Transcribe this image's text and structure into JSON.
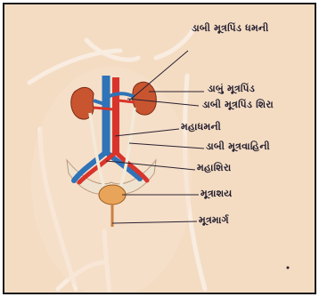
{
  "labels": {
    "left_renal_artery": "ડાબી મૂત્રપિંડ ધમની",
    "left_kidney": "ડાબું મૂત્રપિંડ",
    "left_renal_vein": "ડાબી મૂત્રપિંડ શિરા",
    "aorta": "મહાધમની",
    "left_ureter": "ડાબી મૂત્રવાહિની",
    "vena_cava": "મહાશિરા",
    "bladder": "મૂત્રાશય",
    "urethra": "મૂત્રમાર્ગ"
  },
  "colors": {
    "background": "#f4dcc3",
    "kidney": "#c8552f",
    "artery": "#d8342b",
    "vein": "#2f73b8",
    "ureter": "#f2ead8",
    "bladder": "#e8a55a",
    "body_outline": "#f7e4d2",
    "leader_line": "#2a2030"
  }
}
